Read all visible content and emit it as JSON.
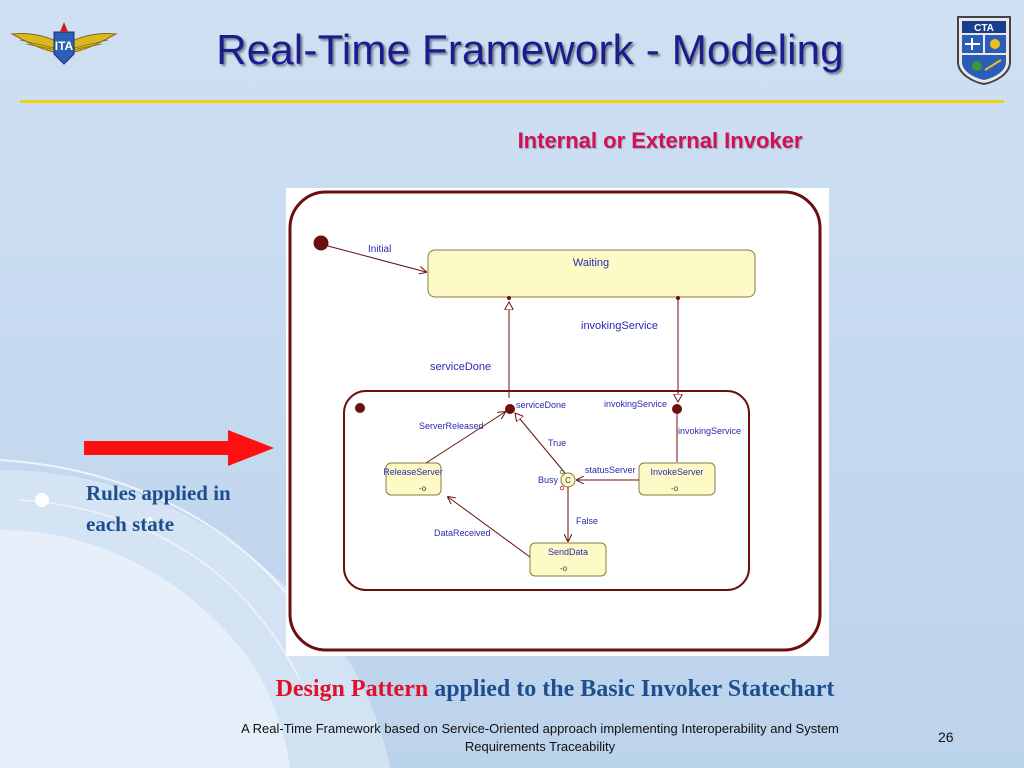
{
  "slide": {
    "title": "Real-Time Framework - Modeling",
    "subheading": "Internal or External Invoker",
    "side_note_line1": "Rules applied in",
    "side_note_line2": "each state",
    "caption_highlight": "Design Pattern",
    "caption_rest": "applied to the Basic Invoker Statechart",
    "footer_line1": "A Real-Time Framework based on Service-Oriented approach implementing Interoperability and System",
    "footer_line2": "Requirements Traceability",
    "page_number": "26",
    "left_logo_text": "ITA",
    "right_logo_text": "CTA"
  },
  "statechart": {
    "states": {
      "waiting": "Waiting",
      "release_server": "ReleaseServer",
      "invoke_server": "InvokeServer",
      "send_data": "SendData",
      "condition": "C"
    },
    "transitions": {
      "initial": "Initial",
      "invoking_service": "invokingService",
      "service_done": "serviceDone",
      "inner_service_done": "serviceDone",
      "inner_invoking_service": "invokingService",
      "inner_invoking_service_2": "invokingService",
      "server_released": "ServerReleased",
      "true_branch": "True",
      "false_branch": "False",
      "busy": "Busy",
      "status_server": "statusServer",
      "data_received": "DataReceived"
    }
  },
  "colors": {
    "title": "#1c1c8e",
    "subheading": "#d0105a",
    "rule": "#f0d215",
    "state_fill": "#fdfac6",
    "state_stroke": "#8a7a40",
    "outline": "#6b0f0f",
    "arrow": "#ff1010"
  },
  "icons": {
    "left_logo": "winged-ita-emblem",
    "right_logo": "cta-shield-emblem",
    "arrow": "red-right-arrow"
  }
}
